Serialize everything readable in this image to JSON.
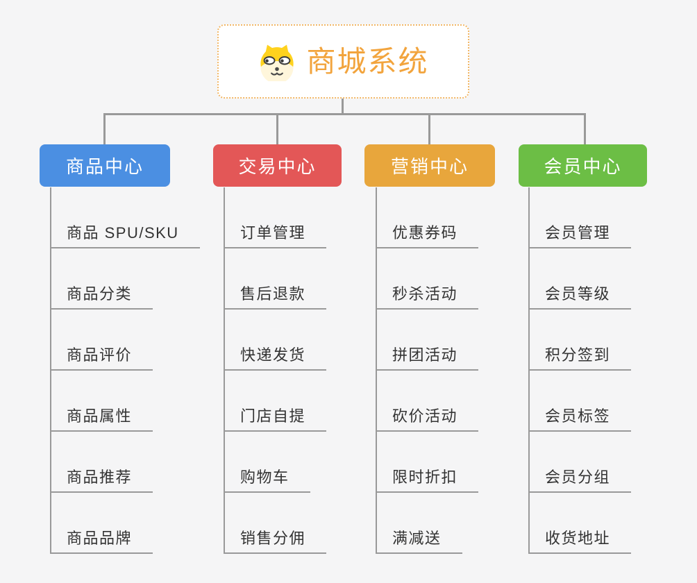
{
  "root": {
    "title": "商城系统",
    "icon": "dog-face-icon"
  },
  "branches": [
    {
      "label": "商品中心",
      "color": "#4b8fe2",
      "items": [
        "商品 SPU/SKU",
        "商品分类",
        "商品评价",
        "商品属性",
        "商品推荐",
        "商品品牌"
      ]
    },
    {
      "label": "交易中心",
      "color": "#e35757",
      "items": [
        "订单管理",
        "售后退款",
        "快递发货",
        "门店自提",
        "购物车",
        "销售分佣"
      ]
    },
    {
      "label": "营销中心",
      "color": "#e8a63c",
      "items": [
        "优惠券码",
        "秒杀活动",
        "拼团活动",
        "砍价活动",
        "限时折扣",
        "满减送"
      ]
    },
    {
      "label": "会员中心",
      "color": "#6cbe45",
      "items": [
        "会员管理",
        "会员等级",
        "积分签到",
        "会员标签",
        "会员分组",
        "收货地址"
      ]
    }
  ],
  "palette": {
    "page_background": "#f5f5f6",
    "root_text": "#f2a43d",
    "root_border": "#f2b766",
    "root_background": "#ffffff",
    "connector": "#999999",
    "leaf_text": "#333333",
    "leaf_underline": "#999999",
    "branch_text": "#ffffff"
  }
}
